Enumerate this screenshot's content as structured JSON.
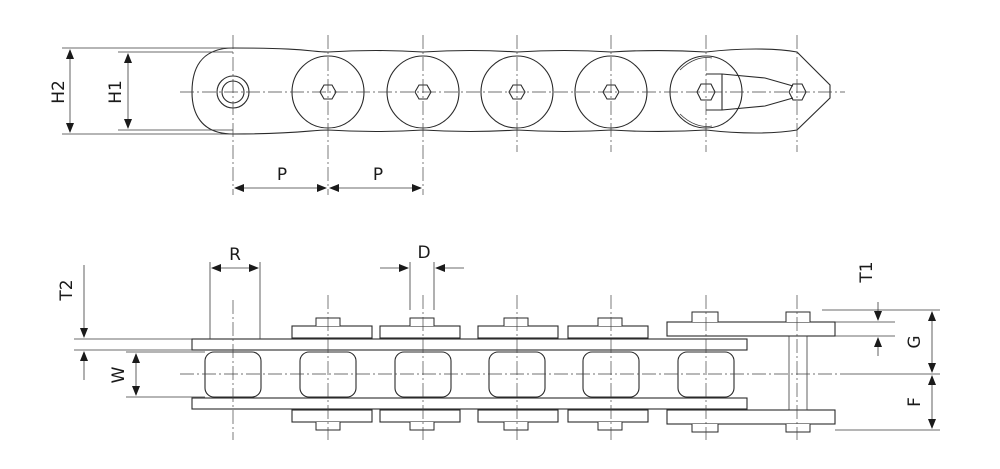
{
  "labels": {
    "h2": "H2",
    "h1": "H1",
    "p1": "P",
    "p2": "P",
    "r": "R",
    "d": "D",
    "t2": "T2",
    "w": "W",
    "t1": "T1",
    "g": "G",
    "f": "F"
  }
}
